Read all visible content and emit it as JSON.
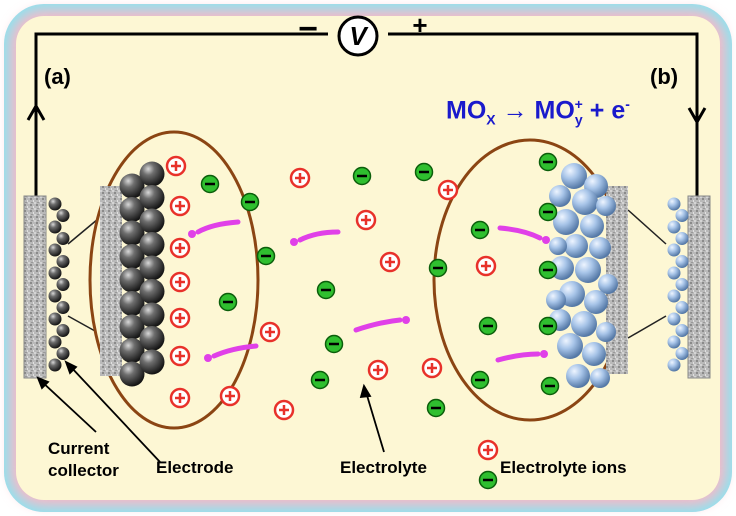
{
  "panel_labels": {
    "left": "(a)",
    "right": "(b)"
  },
  "meter": {
    "symbol": "V",
    "negative": "−",
    "positive": "+"
  },
  "reaction": {
    "base": "MO",
    "sub1": "X",
    "arrow": "→",
    "base2": "MO",
    "sub2": "y",
    "sup2": "+",
    "plus": "+",
    "e": "e",
    "sup3": "-"
  },
  "labels": {
    "current_collector_line1": "Current",
    "current_collector_line2": "collector",
    "electrode": "Electrode",
    "electrolyte": "Electrolyte",
    "electrolyte_ions": "Electrolyte ions"
  },
  "colors": {
    "background": "#fdf7d4",
    "frame_glow": "#8fe3ef",
    "frame_pink": "#f6b9c8",
    "ellipse_stroke": "#8b4513",
    "cation": "#e8312a",
    "anion": "#1fa31f",
    "arrow": "#e040e8",
    "dark_sphere": "#3a3a3a",
    "blue_sphere": "#8fb3dd",
    "reaction_text": "#1a1acc"
  },
  "icons": [
    "cation-icon",
    "anion-icon",
    "voltmeter-icon"
  ]
}
